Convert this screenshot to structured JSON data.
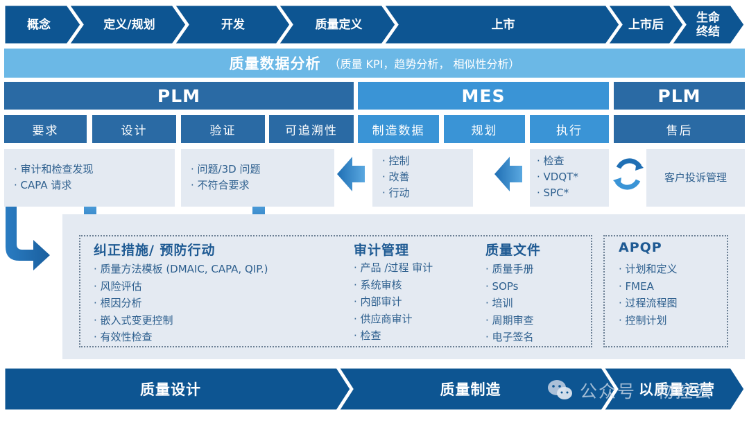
{
  "phases": [
    {
      "label": "概念"
    },
    {
      "label": "定义/规划"
    },
    {
      "label": "开发"
    },
    {
      "label": "质量定义"
    },
    {
      "label": "上市"
    },
    {
      "label": "上市后"
    },
    {
      "label": "生命终结"
    }
  ],
  "analytics": {
    "title": "质量数据分析",
    "subtitle": "（质量 KPI，趋势分析， 相似性分析）"
  },
  "systems": {
    "plm_left": "PLM",
    "mes": "MES",
    "plm_right": "PLM"
  },
  "sub_tabs": {
    "requirements": "要求",
    "design": "设计",
    "verification": "验证",
    "traceability": "可追溯性",
    "manufacturing_data": "制造数据",
    "planning": "规划",
    "execution": "执行",
    "after_sales": "售后"
  },
  "info_boxes": {
    "audit_findings": [
      "审计和检查发现",
      "CAPA 请求"
    ],
    "issues": [
      "问题/3D 问题",
      "不符合要求"
    ],
    "control": [
      "控制",
      "改善",
      "行动"
    ],
    "inspection": [
      "检查",
      "VDQT*",
      "SPC*"
    ],
    "complaints": "客户投诉管理"
  },
  "columns": {
    "capa": {
      "title": "纠正措施/ 预防行动",
      "items": [
        "质量方法模板 (DMAIC, CAPA, QIP.)",
        "风险评估",
        "根因分析",
        "嵌入式变更控制",
        "有效性检查"
      ]
    },
    "audit": {
      "title": "审计管理",
      "items": [
        "产品 /过程 审计",
        "系统审核",
        "内部审计",
        "供应商审计",
        "检查"
      ]
    },
    "documents": {
      "title": "质量文件",
      "items": [
        "质量手册",
        "SOPs",
        "培训",
        "周期审查",
        "电子签名"
      ]
    },
    "apqp": {
      "title": "APQP",
      "items": [
        "计划和定义",
        "FMEA",
        "过程流程图",
        "控制计划"
      ]
    }
  },
  "bottom": [
    {
      "label": "质量设计"
    },
    {
      "label": "质量制造"
    },
    {
      "label": "以质量运营"
    }
  ],
  "watermark": "公众号 · 物控云",
  "colors": {
    "navy": "#0d5592",
    "dark_blue": "#2a6aa4",
    "light_blue": "#3a94d6",
    "sky": "#6bb8e6",
    "panel": "#e4eaf2",
    "text_blue": "#2d5f8e"
  }
}
